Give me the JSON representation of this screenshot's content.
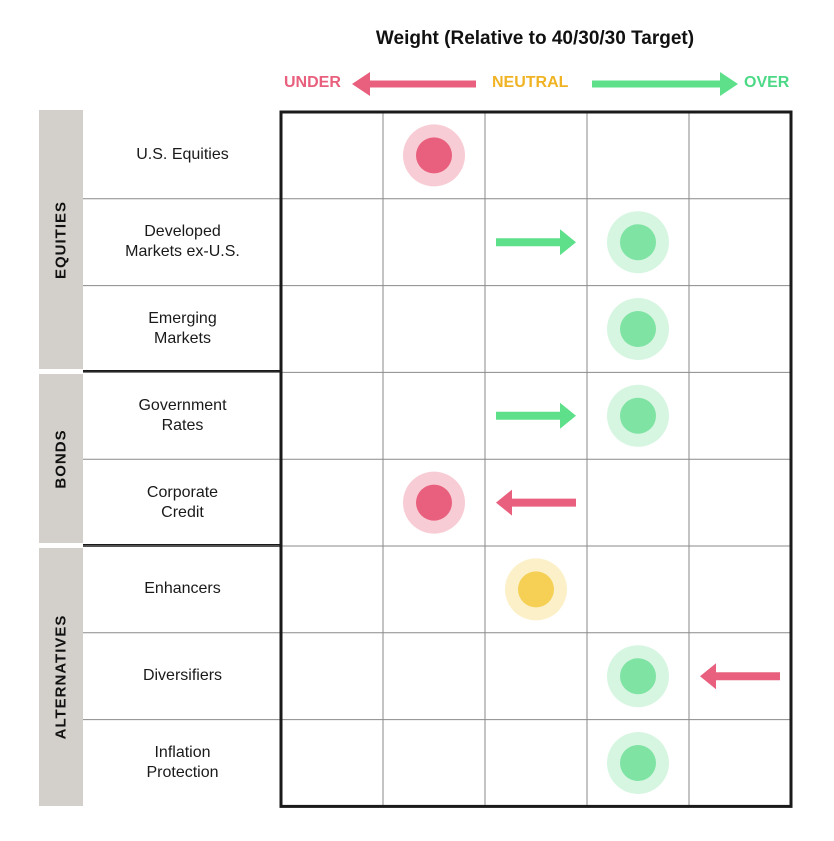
{
  "chart_data": {
    "type": "table",
    "title": "Weight (Relative to 40/30/30 Target)",
    "scale": {
      "under_label": "UNDER",
      "neutral_label": "NEUTRAL",
      "over_label": "OVER",
      "columns": 5
    },
    "colors": {
      "under": "#e8607d",
      "neutral": "#f5d055",
      "over": "#7fe3a3",
      "arrow_under": "#e8607d",
      "arrow_over": "#5ee08b",
      "legend_under": "#e8607d",
      "legend_neutral": "#f0b323",
      "legend_over": "#4cd986",
      "band": "#d3cfca"
    },
    "categories": [
      {
        "name": "EQUITIES",
        "rows": [
          0,
          1,
          2
        ]
      },
      {
        "name": "BONDS",
        "rows": [
          3,
          4
        ]
      },
      {
        "name": "ALTERNATIVES",
        "rows": [
          5,
          6,
          7
        ]
      }
    ],
    "rows": [
      {
        "label": [
          "U.S. Equities"
        ],
        "position": 2,
        "status": "under"
      },
      {
        "label": [
          "Developed",
          "Markets ex-U.S."
        ],
        "position": 4,
        "status": "over",
        "arrow": {
          "direction": "right",
          "column": 3
        }
      },
      {
        "label": [
          "Emerging",
          "Markets"
        ],
        "position": 4,
        "status": "over"
      },
      {
        "label": [
          "Government",
          "Rates"
        ],
        "position": 4,
        "status": "over",
        "arrow": {
          "direction": "right",
          "column": 3
        }
      },
      {
        "label": [
          "Corporate",
          "Credit"
        ],
        "position": 2,
        "status": "under",
        "arrow": {
          "direction": "left",
          "column": 3
        }
      },
      {
        "label": [
          "Enhancers"
        ],
        "position": 3,
        "status": "neutral"
      },
      {
        "label": [
          "Diversifiers"
        ],
        "position": 4,
        "status": "over",
        "arrow": {
          "direction": "left",
          "column": 5
        }
      },
      {
        "label": [
          "Inflation",
          "Protection"
        ],
        "position": 4,
        "status": "over"
      }
    ]
  }
}
